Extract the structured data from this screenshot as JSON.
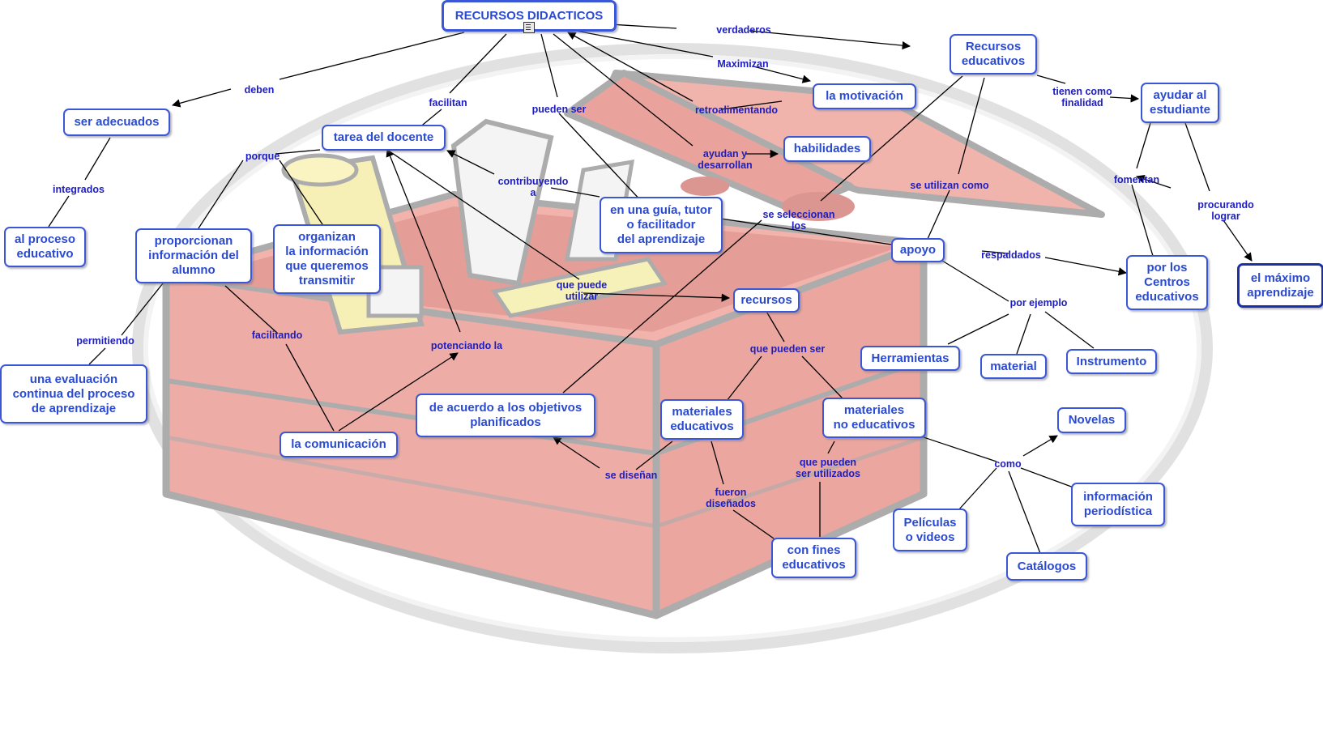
{
  "colors": {
    "node_border": "#3a57d8",
    "node_text": "#2a4ad2",
    "link_label": "#1d1dc0",
    "toolbox": "#e47a6f"
  },
  "concepts": {
    "recursos_didacticos": "RECURSOS DIDACTICOS",
    "recursos_educativos": "Recursos\neducativos",
    "ser_adecuados": "ser adecuados",
    "la_motivacion": "la motivación",
    "ayudar_estudiante": "ayudar al\nestudiante",
    "tarea_docente": "tarea del docente",
    "habilidades": "habilidades",
    "al_proceso_educativo": "al proceso\neducativo",
    "proporcionan_info": "proporcionan\ninformación del\nalumno",
    "organizan_info": "organizan\nla información\nque queremos\ntransmitir",
    "guia_tutor": "en una guía, tutor\no facilitador\ndel aprendizaje",
    "apoyo": "apoyo",
    "por_los_centros": "por los\nCentros\neducativos",
    "el_maximo": "el máximo\naprendizaje",
    "recursos": "recursos",
    "herramientas": "Herramientas",
    "material": "material",
    "instrumento": "Instrumento",
    "evaluacion_continua": "una evaluación\ncontinua del proceso\nde aprendizaje",
    "objetivos_planificados": "de acuerdo a los objetivos\nplanificados",
    "materiales_educativos": "materiales\neducativos",
    "materiales_no_educativos": "materiales\nno educativos",
    "novelas": "Novelas",
    "la_comunicacion": "la comunicación",
    "informacion_periodistica": "información\nperiodística",
    "peliculas_videos": "Películas\no videos",
    "con_fines": "con fines\neducativos",
    "catalogos": "Catálogos"
  },
  "links": {
    "verdaderos": "verdaderos",
    "deben": "deben",
    "maximizan": "Maximizan",
    "tienen_como_finalidad": "tienen como\nfinalidad",
    "facilitan": "facilitan",
    "pueden_ser": "pueden ser",
    "retroalimentando": "retroalimentando",
    "porque": "porque",
    "integrados": "integrados",
    "contribuyendo_a": "contribuyendo\na",
    "ayudan_desarrollan": "ayudan y\ndesarrollan",
    "se_utilizan_como": "se utilizan como",
    "fomentan": "fomentan",
    "procurando_lograr": "procurando\nlograr",
    "se_seleccionan_los": "se seleccionan\nlos",
    "respaldados": "respaldados",
    "que_puede_utilizar": "que puede\nutilizar",
    "por_ejemplo": "por ejemplo",
    "permitiendo": "permitiendo",
    "facilitando": "facilitando",
    "potenciando_la": "potenciando la",
    "que_pueden_ser": "que pueden ser",
    "como": "como",
    "que_pueden_ser_utilizados": "que pueden\nser utilizados",
    "se_disenan": "se diseñan",
    "fueron_disenados": "fueron\ndiseñados"
  }
}
